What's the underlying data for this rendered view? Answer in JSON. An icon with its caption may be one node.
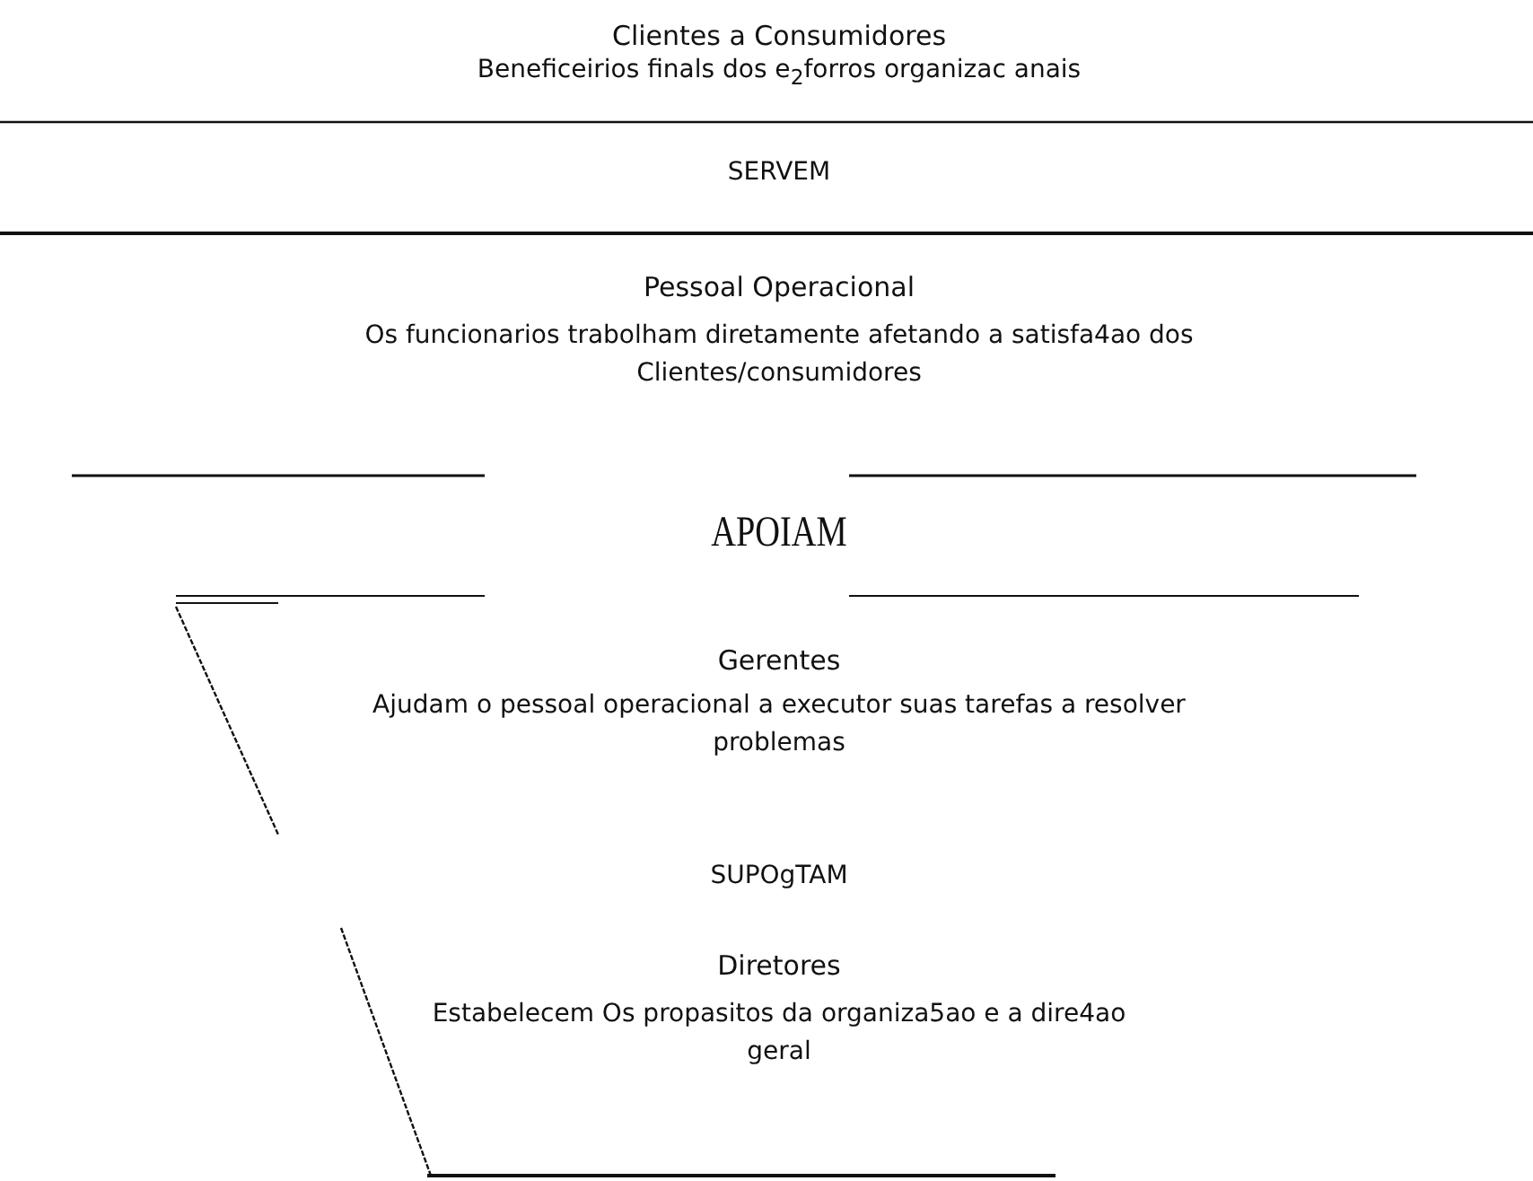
{
  "diagram": {
    "nodes": [
      {
        "text": [
          "Clientes a Consumidores",
          "Beneficeirios finals dos e$_{2}$forros organizac anais"
        ]
      },
      {
        "text": [
          "Pessoal Operacional",
          "Os funcionarios trabolham diretamente afetando a satisfa4ao dos Clientes/consumidores"
        ]
      },
      {
        "text": [
          "Gerentes",
          "Ajudam o pessoal operacional a executor suas tarefas a resolver problemas"
        ]
      },
      {
        "text": [
          "Diretores",
          "Estabelecem Os propasitos da organiza5ao e a dire4ao geral"
        ]
      }
    ],
    "labels": [
      "SERVEM",
      "APOIAM",
      "SUPOgTAM"
    ]
  }
}
